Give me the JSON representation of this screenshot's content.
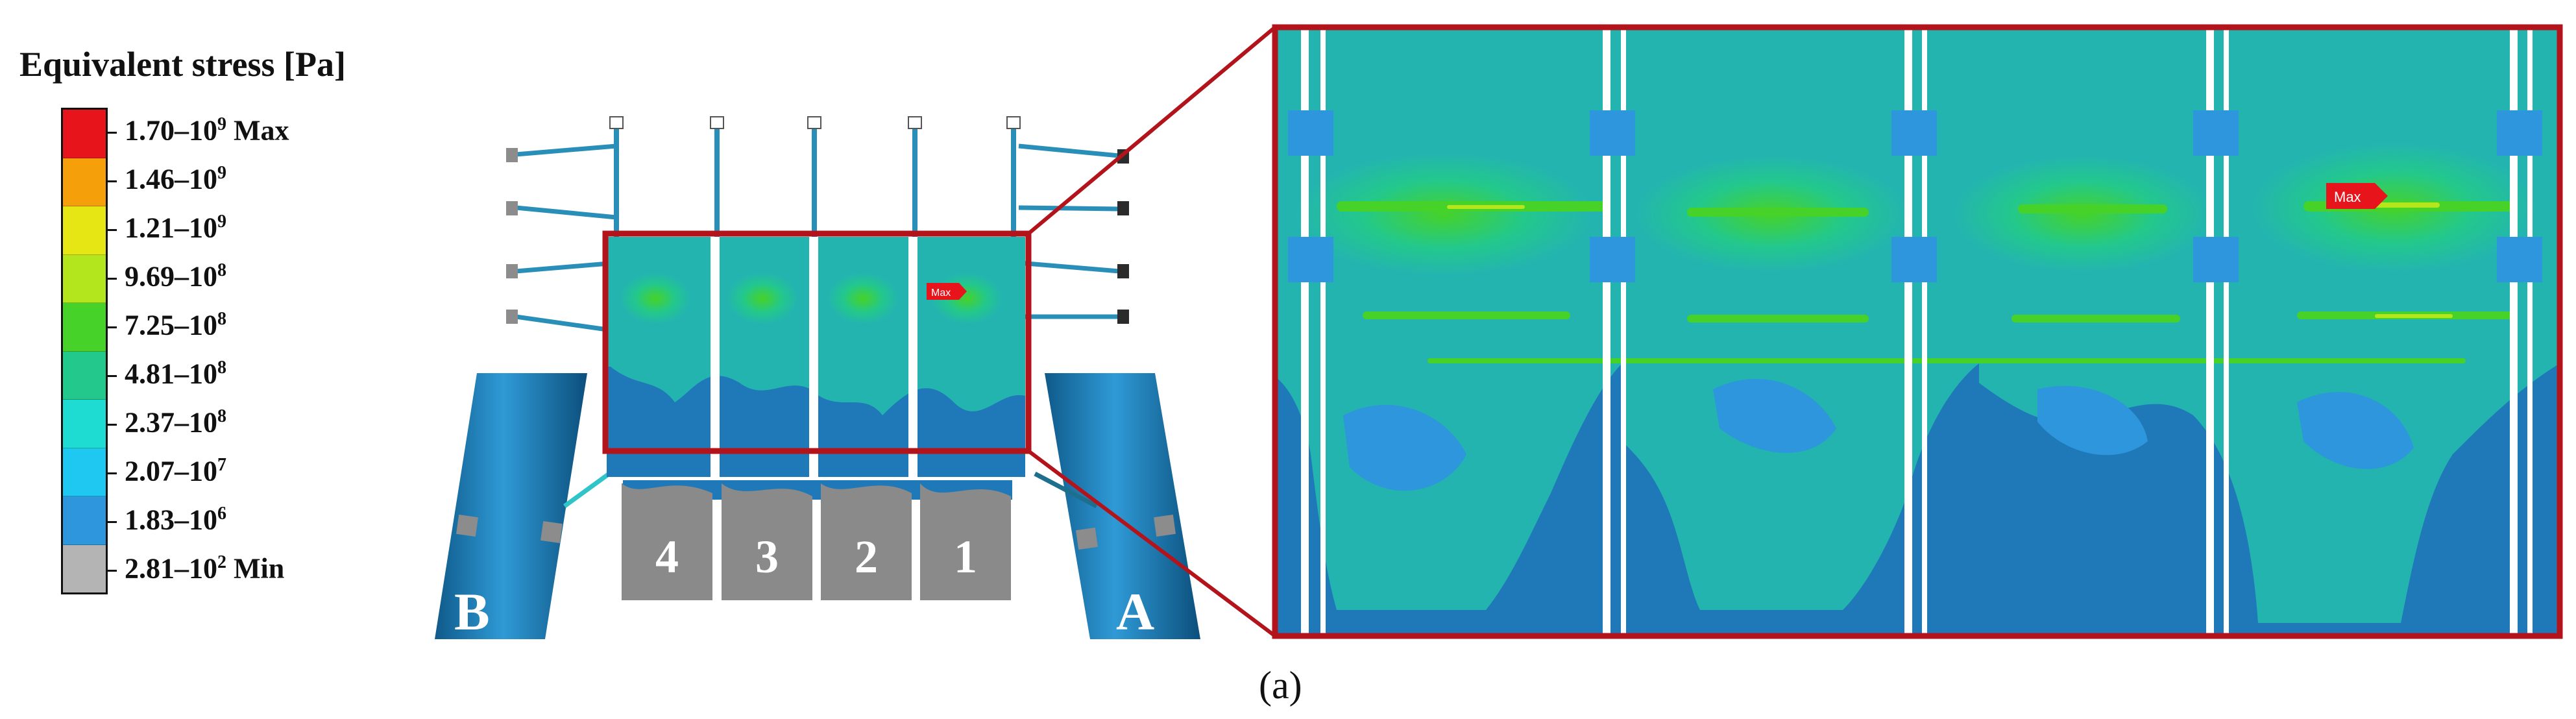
{
  "legend": {
    "title": "Equivalent stress [Pa]",
    "entries": [
      {
        "base": "1.70–10",
        "exp": "9",
        "suffix": " Max",
        "color": "#e8141c"
      },
      {
        "base": "1.46–10",
        "exp": "9",
        "suffix": "",
        "color": "#f5a00a"
      },
      {
        "base": "1.21–10",
        "exp": "9",
        "suffix": "",
        "color": "#e6e614"
      },
      {
        "base": "9.69–10",
        "exp": "8",
        "suffix": "",
        "color": "#b4e61e"
      },
      {
        "base": "7.25–10",
        "exp": "8",
        "suffix": "",
        "color": "#46d228"
      },
      {
        "base": "4.81–10",
        "exp": "8",
        "suffix": "",
        "color": "#23c88c"
      },
      {
        "base": "2.37–10",
        "exp": "8",
        "suffix": "",
        "color": "#1edcd2"
      },
      {
        "base": "2.07–10",
        "exp": "7",
        "suffix": "",
        "color": "#1ec8f0"
      },
      {
        "base": "1.83–10",
        "exp": "6",
        "suffix": "",
        "color": "#2d96dc"
      },
      {
        "base": "2.81–10",
        "exp": "2",
        "suffix": " Min",
        "color": "#b4b4b4"
      }
    ]
  },
  "model": {
    "support_left_label": "B",
    "support_right_label": "A",
    "blocks": [
      "4",
      "3",
      "2",
      "1"
    ],
    "max_tag": "Max",
    "highlight_color": "#b3141c"
  },
  "zoom": {
    "max_tag": "Max"
  },
  "caption": "(a)"
}
